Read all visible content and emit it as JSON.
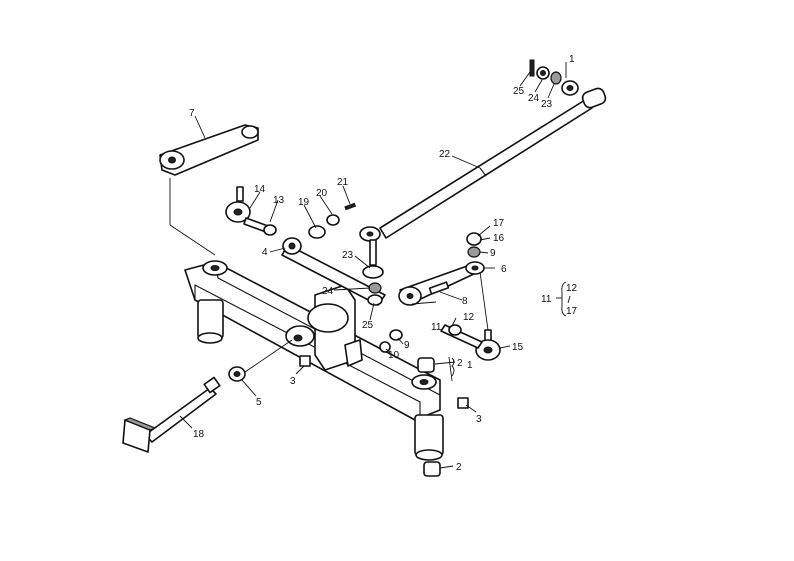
{
  "callouts": [
    {
      "id": "c1",
      "text": "1"
    },
    {
      "id": "c25a",
      "text": "25"
    },
    {
      "id": "c24a",
      "text": "24"
    },
    {
      "id": "c23a",
      "text": "23"
    },
    {
      "id": "c7",
      "text": "7"
    },
    {
      "id": "c22",
      "text": "22"
    },
    {
      "id": "c14",
      "text": "14"
    },
    {
      "id": "c13",
      "text": "13"
    },
    {
      "id": "c19",
      "text": "19"
    },
    {
      "id": "c20",
      "text": "20"
    },
    {
      "id": "c21",
      "text": "21"
    },
    {
      "id": "c17",
      "text": "17"
    },
    {
      "id": "c16",
      "text": "16"
    },
    {
      "id": "c9a",
      "text": "9"
    },
    {
      "id": "c6",
      "text": "6"
    },
    {
      "id": "c4",
      "text": "4"
    },
    {
      "id": "c23b",
      "text": "23"
    },
    {
      "id": "c24b",
      "text": "24"
    },
    {
      "id": "c25b",
      "text": "25"
    },
    {
      "id": "c8",
      "text": "8"
    },
    {
      "id": "c12",
      "text": "12"
    },
    {
      "id": "c11",
      "text": "11"
    },
    {
      "id": "c15",
      "text": "15"
    },
    {
      "id": "c9b",
      "text": "9"
    },
    {
      "id": "c10",
      "text": "10"
    },
    {
      "id": "c2a",
      "text": "2"
    },
    {
      "id": "c1b",
      "text": "1"
    },
    {
      "id": "c3a",
      "text": "3"
    },
    {
      "id": "c3b",
      "text": "3"
    },
    {
      "id": "c5",
      "text": "5"
    },
    {
      "id": "c18",
      "text": "18"
    },
    {
      "id": "c2b",
      "text": "2"
    }
  ],
  "legend": {
    "parent": "11",
    "children": [
      "12",
      "17"
    ]
  }
}
